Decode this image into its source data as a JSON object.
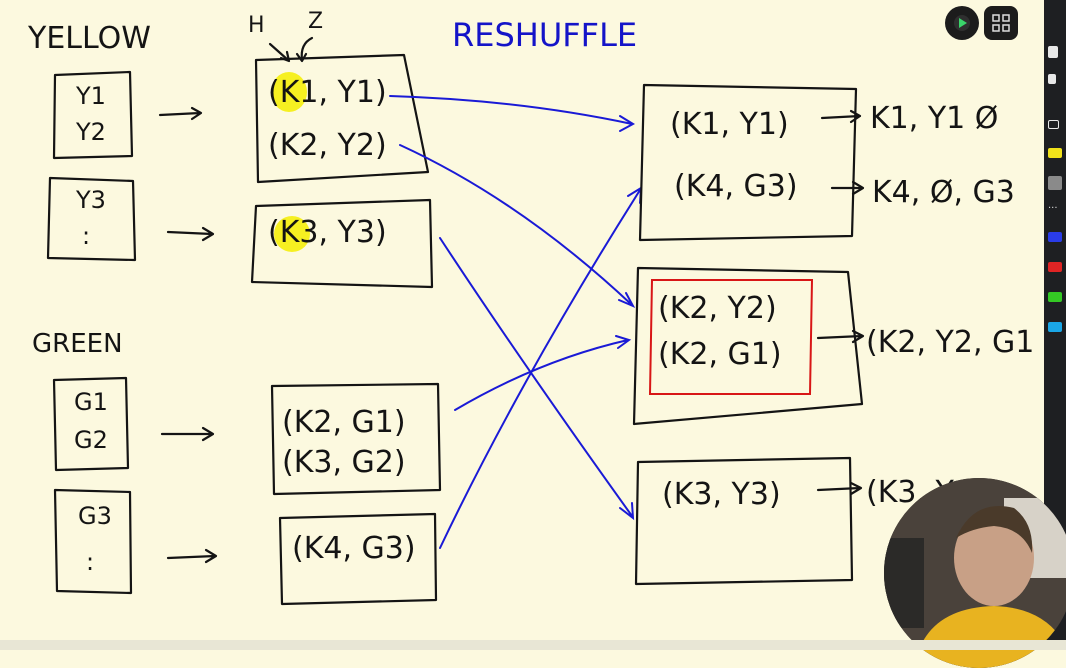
{
  "labels": {
    "yellow": "YELLOW",
    "green": "GREEN",
    "reshuffle": "RESHUFFLE",
    "h": "H",
    "z": "Z"
  },
  "source_boxes": {
    "yellow1": [
      "Y1",
      "Y2"
    ],
    "yellow2": [
      "Y3",
      ":"
    ],
    "green1": [
      "G1",
      "G2"
    ],
    "green2": [
      "G3",
      ":"
    ]
  },
  "mapped_boxes": {
    "yellow1": [
      "(K1, Y1)",
      "(K2, Y2)"
    ],
    "yellow2": [
      "(K3, Y3)"
    ],
    "green1": [
      "(K2, G1)",
      "(K3, G2)"
    ],
    "green2": [
      "(K4, G3)"
    ]
  },
  "reduce_boxes": {
    "r1": [
      "(K1, Y1)",
      "(K4, G3)"
    ],
    "r2": [
      "(K2, Y2)",
      "(K2, G1)"
    ],
    "r3": [
      "(K3, Y3)"
    ]
  },
  "outputs": {
    "o1": "K1, Y1 Ø",
    "o2": "K4, Ø, G3",
    "o3": "(K2, Y2, G1",
    "o4": "(K3, Y"
  },
  "colors": {
    "background": "#fcf9df",
    "ink": "#141414",
    "arrows": "#1a1ad6",
    "highlight_box": "#d81616",
    "highlighter": "#f4ef00"
  },
  "toolbar": {
    "icons": [
      "hand-icon",
      "pointer-icon",
      "lasso-icon",
      "highlighter-icon",
      "pen-icon",
      "more-icon",
      "blue-pen-icon",
      "red-pen-icon",
      "green-pen-icon",
      "cyan-pen-icon"
    ]
  },
  "floating_buttons": [
    "play-icon",
    "grid-icon"
  ]
}
